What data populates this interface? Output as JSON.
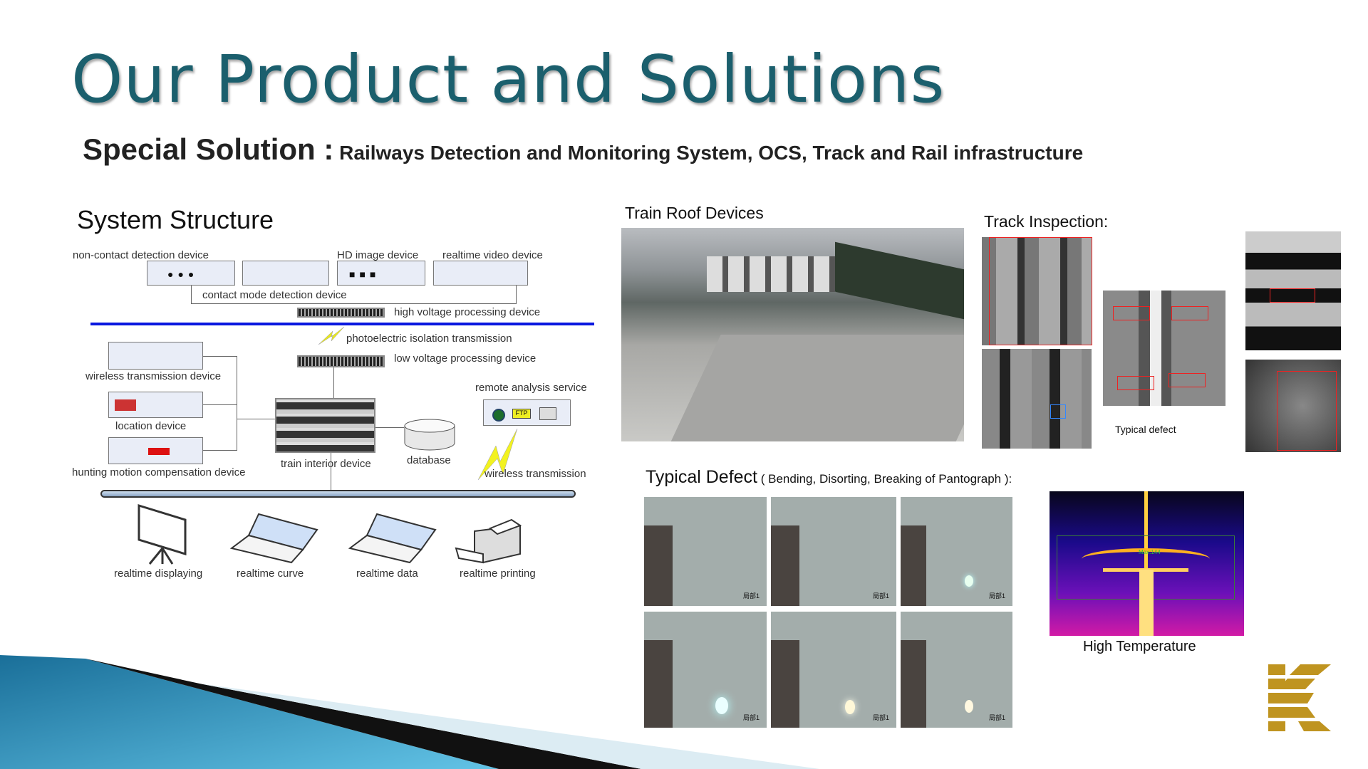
{
  "slide": {
    "title": "Our Product and Solutions",
    "subtitle_lead": "Special Solution :",
    "subtitle_rest": " Railways Detection and Monitoring System, OCS, Track and Rail infrastructure"
  },
  "system_structure": {
    "heading": "System Structure",
    "labels": {
      "non_contact": "non-contact detection device",
      "contact_mode": "contact mode detection device",
      "hd_image": "HD image device",
      "realtime_video": "realtime video device",
      "high_voltage": "high voltage processing device",
      "photoelectric": "photoelectric isolation transmission",
      "low_voltage": "low voltage processing device",
      "wireless_device": "wireless transmission device",
      "location": "location device",
      "hunting": "hunting motion compensation device",
      "train_interior": "train interior device",
      "database": "database",
      "remote_analysis": "remote analysis service",
      "wireless_transmission": "wireless transmission",
      "ftp": "FTP",
      "realtime_displaying": "realtime displaying",
      "realtime_curve": "realtime curve",
      "realtime_data": "realtime data",
      "realtime_printing": "realtime printing"
    }
  },
  "train_roof": {
    "heading": "Train Roof Devices"
  },
  "track_inspection": {
    "heading": "Track Inspection:",
    "caption": "Typical defect"
  },
  "typical_defect": {
    "heading": "Typical Defect",
    "detail": " ( Bending, Disorting, Breaking of Pantograph ):",
    "frame_tag": "局部1"
  },
  "thermal": {
    "caption": "High Temperature",
    "max_readout": "Max:144"
  },
  "logo": {
    "letter": "K",
    "color": "#bf9420"
  },
  "colors": {
    "title": "#1b5f6d",
    "bus_line": "#0a18e0",
    "wave_blue": "#2b93c2"
  }
}
